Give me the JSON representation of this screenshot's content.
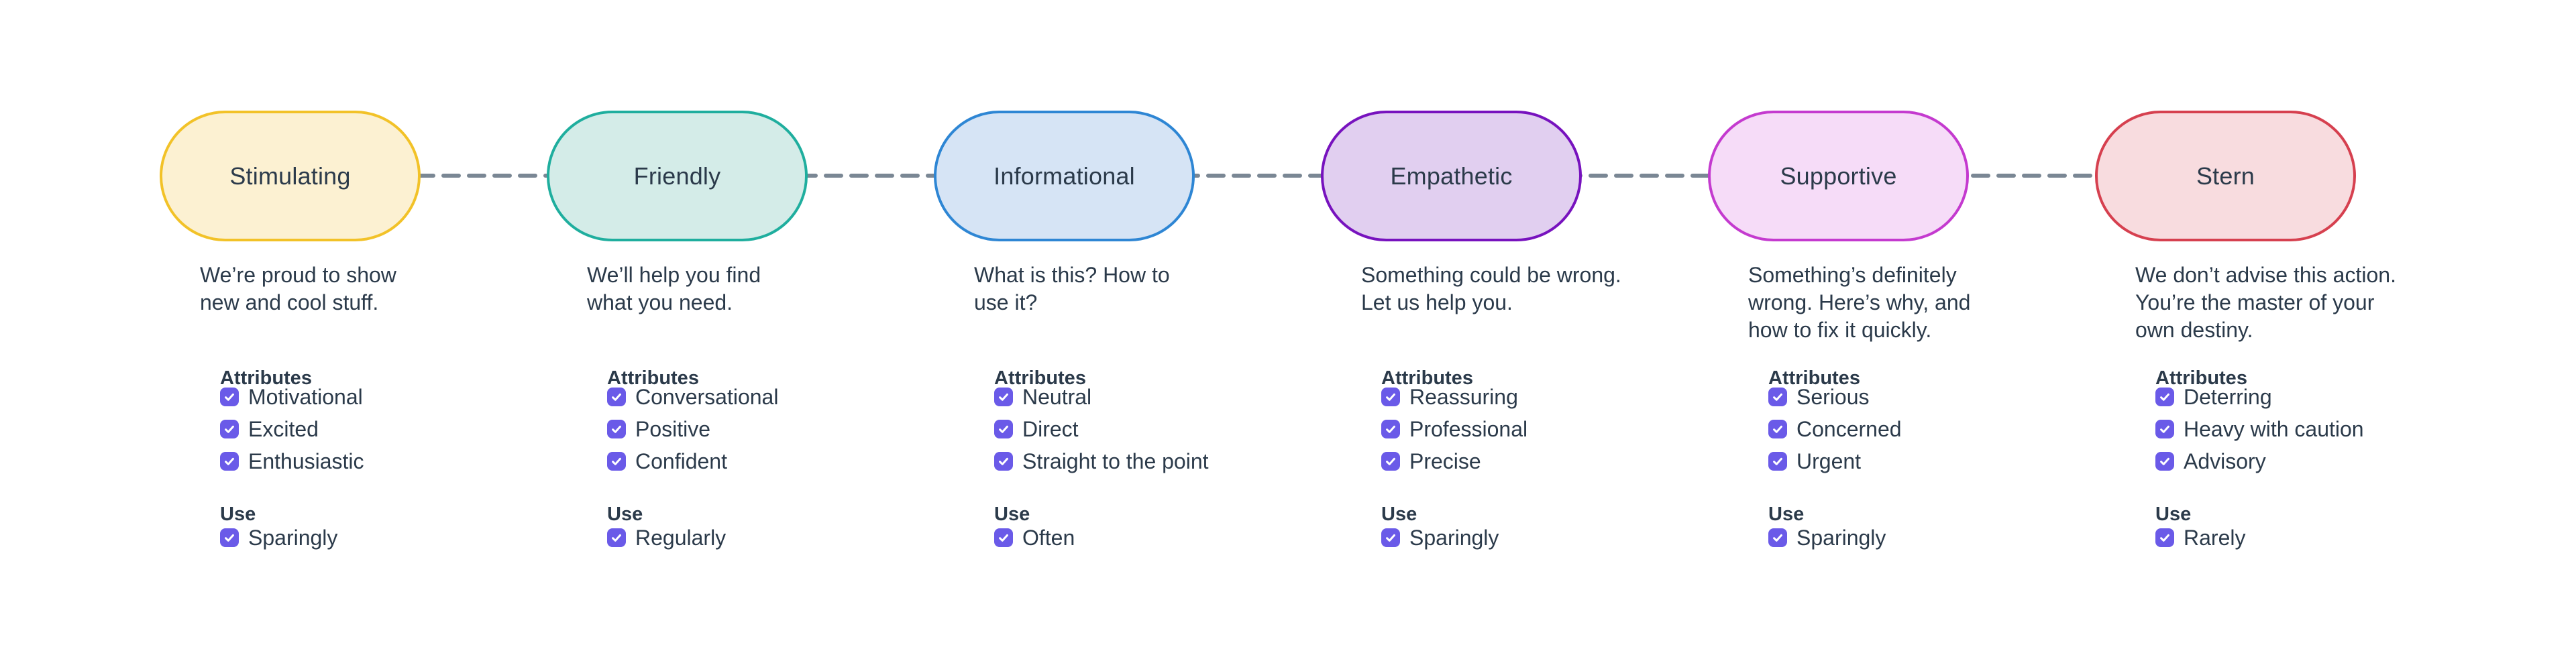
{
  "palette": {
    "background": "#FFFFFF",
    "text_color": "#2B3A4A",
    "connector_color": "#7A8794",
    "checkbox_color": "#6A5AE8",
    "checkmark_color": "#FFFFFF"
  },
  "icons": {
    "checkbox_check": "check-icon"
  },
  "nodes": [
    {
      "label": "Stimulating",
      "border_color": "#F2C228",
      "fill_color": "#FCF1D2",
      "description": "We’re proud to show\nnew and cool stuff.",
      "attributes_label": "Attributes",
      "attributes": [
        {
          "label": "Motivational",
          "checked": true
        },
        {
          "label": "Excited",
          "checked": true
        },
        {
          "label": "Enthusiastic",
          "checked": true
        }
      ],
      "use_label": "Use",
      "use": [
        {
          "label": "Sparingly",
          "checked": true
        }
      ]
    },
    {
      "label": "Friendly",
      "border_color": "#1FAE9E",
      "fill_color": "#D4ECE8",
      "description": "We’ll help you find\nwhat you need.",
      "attributes_label": "Attributes",
      "attributes": [
        {
          "label": "Conversational",
          "checked": true
        },
        {
          "label": "Positive",
          "checked": true
        },
        {
          "label": "Confident",
          "checked": true
        }
      ],
      "use_label": "Use",
      "use": [
        {
          "label": "Regularly",
          "checked": true
        }
      ]
    },
    {
      "label": "Informational",
      "border_color": "#2E86D4",
      "fill_color": "#D6E4F5",
      "description": "What is this? How to\nuse it?",
      "attributes_label": "Attributes",
      "attributes": [
        {
          "label": "Neutral",
          "checked": true
        },
        {
          "label": "Direct",
          "checked": true
        },
        {
          "label": "Straight to the point",
          "checked": true
        }
      ],
      "use_label": "Use",
      "use": [
        {
          "label": "Often",
          "checked": true
        }
      ]
    },
    {
      "label": "Empathetic",
      "border_color": "#7712BE",
      "fill_color": "#E1CFF0",
      "description": "Something could be wrong.\nLet us help you.",
      "attributes_label": "Attributes",
      "attributes": [
        {
          "label": "Reassuring",
          "checked": true
        },
        {
          "label": "Professional",
          "checked": true
        },
        {
          "label": "Precise",
          "checked": true
        }
      ],
      "use_label": "Use",
      "use": [
        {
          "label": "Sparingly",
          "checked": true
        }
      ]
    },
    {
      "label": "Supportive",
      "border_color": "#C43ACF",
      "fill_color": "#F6DCF8",
      "description": "Something’s definitely\nwrong. Here’s why, and\nhow to fix it quickly.",
      "attributes_label": "Attributes",
      "attributes": [
        {
          "label": "Serious",
          "checked": true
        },
        {
          "label": "Concerned",
          "checked": true
        },
        {
          "label": "Urgent",
          "checked": true
        }
      ],
      "use_label": "Use",
      "use": [
        {
          "label": "Sparingly",
          "checked": true
        }
      ]
    },
    {
      "label": "Stern",
      "border_color": "#D6404F",
      "fill_color": "#F8DCDF",
      "description": "We don’t advise this action.\nYou’re the master of your\nown destiny.",
      "attributes_label": "Attributes",
      "attributes": [
        {
          "label": "Deterring",
          "checked": true
        },
        {
          "label": "Heavy with caution",
          "checked": true
        },
        {
          "label": "Advisory",
          "checked": true
        }
      ],
      "use_label": "Use",
      "use": [
        {
          "label": "Rarely",
          "checked": true
        }
      ]
    }
  ]
}
